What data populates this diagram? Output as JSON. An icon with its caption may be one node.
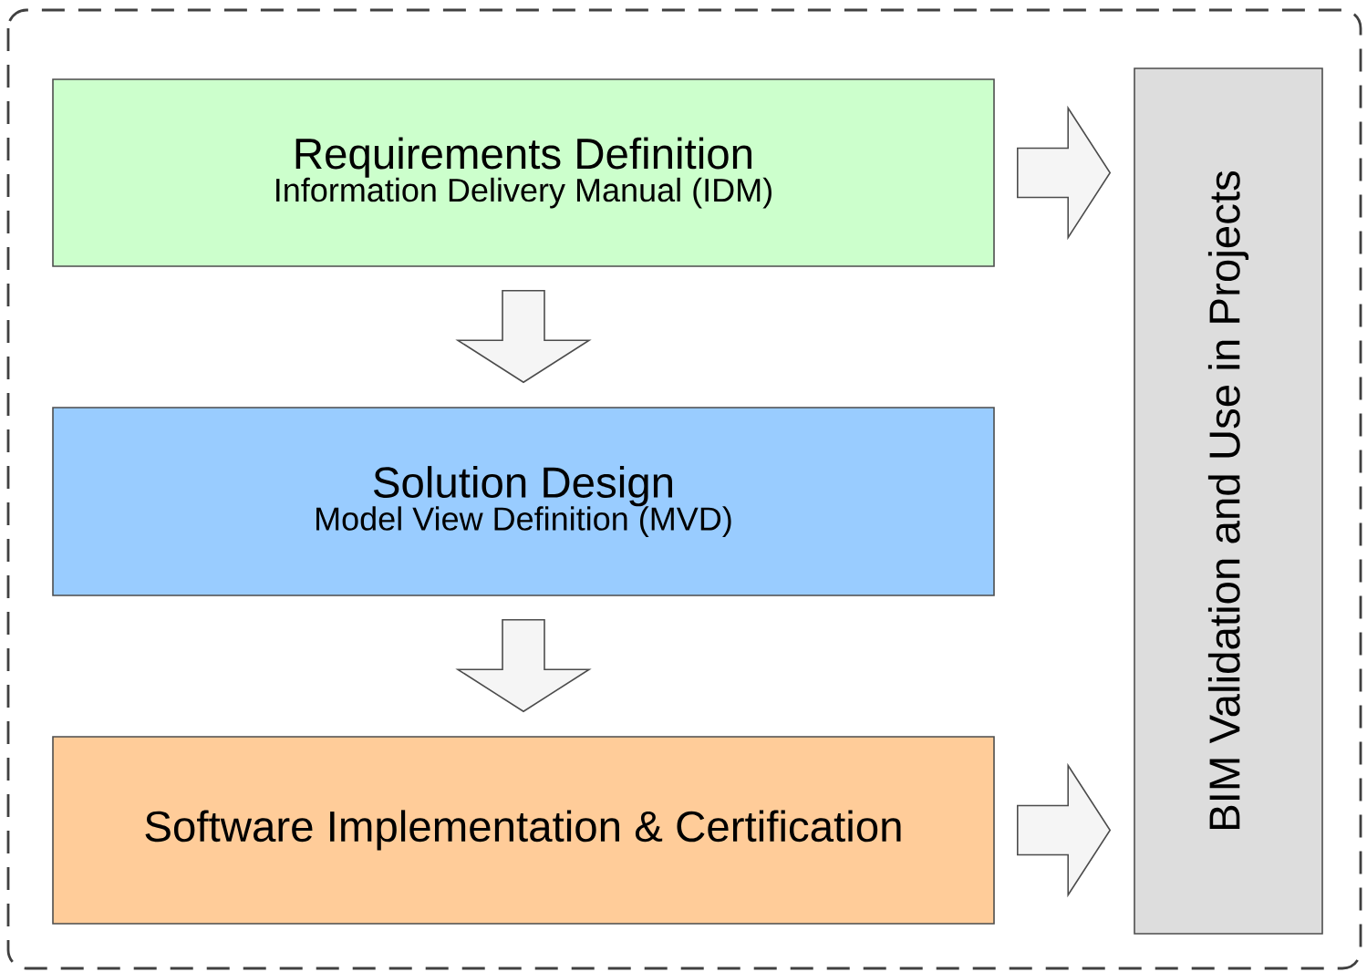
{
  "diagram": {
    "nodes": [
      {
        "text": [
          "Requirements Definition",
          "Information Delivery Manual (IDM)"
        ]
      },
      {
        "text": [
          "Solution Design",
          "Model View Definition (MVD)"
        ]
      },
      {
        "text": [
          "Software Implementation & Certification"
        ]
      },
      {
        "text": [
          "BIM Validation and Use in Projects"
        ]
      }
    ],
    "edges": [
      {
        "from": 0,
        "to": 1,
        "arrow": "to"
      },
      {
        "from": 1,
        "to": 2,
        "arrow": "to"
      },
      {
        "from": 0,
        "to": 3,
        "arrow": "to"
      },
      {
        "from": 2,
        "to": 3,
        "arrow": "to"
      }
    ]
  }
}
